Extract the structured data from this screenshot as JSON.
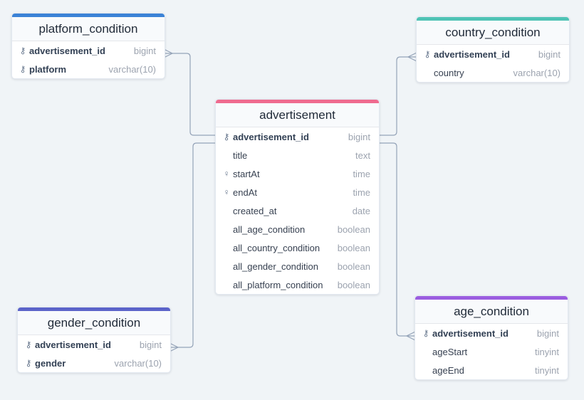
{
  "colors": {
    "platform": "#3b82d6",
    "country": "#4fc3b5",
    "advertisement": "#ef6b8f",
    "gender": "#5b63c9",
    "age": "#9b5de0",
    "connector": "#94a3b8"
  },
  "icons": {
    "key": "key-icon",
    "index": "pin-index-icon"
  },
  "tables": {
    "platform": {
      "name": "platform_condition",
      "fields": [
        {
          "name": "advertisement_id",
          "type": "bigint",
          "icon": "key",
          "bold": true
        },
        {
          "name": "platform",
          "type": "varchar(10)",
          "icon": "key",
          "bold": true
        }
      ]
    },
    "country": {
      "name": "country_condition",
      "fields": [
        {
          "name": "advertisement_id",
          "type": "bigint",
          "icon": "key",
          "bold": true
        },
        {
          "name": "country",
          "type": "varchar(10)",
          "icon": "",
          "bold": false
        }
      ]
    },
    "advertisement": {
      "name": "advertisement",
      "fields": [
        {
          "name": "advertisement_id",
          "type": "bigint",
          "icon": "key",
          "bold": true
        },
        {
          "name": "title",
          "type": "text",
          "icon": "",
          "bold": false
        },
        {
          "name": "startAt",
          "type": "time",
          "icon": "index",
          "bold": false
        },
        {
          "name": "endAt",
          "type": "time",
          "icon": "index",
          "bold": false
        },
        {
          "name": "created_at",
          "type": "date",
          "icon": "",
          "bold": false
        },
        {
          "name": "all_age_condition",
          "type": "boolean",
          "icon": "",
          "bold": false
        },
        {
          "name": "all_country_condition",
          "type": "boolean",
          "icon": "",
          "bold": false
        },
        {
          "name": "all_gender_condition",
          "type": "boolean",
          "icon": "",
          "bold": false
        },
        {
          "name": "all_platform_condition",
          "type": "boolean",
          "icon": "",
          "bold": false
        }
      ]
    },
    "gender": {
      "name": "gender_condition",
      "fields": [
        {
          "name": "advertisement_id",
          "type": "bigint",
          "icon": "key",
          "bold": true
        },
        {
          "name": "gender",
          "type": "varchar(10)",
          "icon": "key",
          "bold": true
        }
      ]
    },
    "age": {
      "name": "age_condition",
      "fields": [
        {
          "name": "advertisement_id",
          "type": "bigint",
          "icon": "key",
          "bold": true
        },
        {
          "name": "ageStart",
          "type": "tinyint",
          "icon": "",
          "bold": false
        },
        {
          "name": "ageEnd",
          "type": "tinyint",
          "icon": "",
          "bold": false
        }
      ]
    }
  }
}
